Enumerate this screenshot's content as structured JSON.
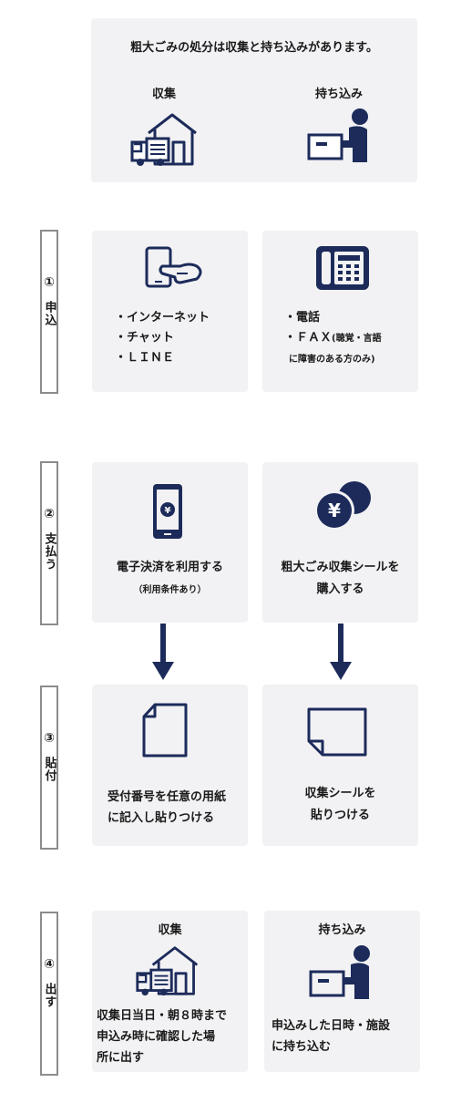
{
  "top": {
    "intro": "粗大ごみの処分は収集と持ち込みがあります。",
    "collection_label": "収集",
    "carry_in_label": "持ち込み"
  },
  "step1": {
    "num": "①",
    "label": "申込",
    "left": {
      "items": [
        "・インターネット",
        "・チャット",
        "・ＬＩＮＥ"
      ]
    },
    "right": {
      "line1": "・電話",
      "line2_main": "・ＦＡＸ",
      "line2_note": "(聴覚・言語",
      "line3": "に障害のある方のみ)"
    }
  },
  "step2": {
    "num": "②",
    "label": "支払う",
    "left": {
      "main": "電子決済を利用する",
      "note": "（利用条件あり）"
    },
    "right": {
      "line1": "粗大ごみ収集シールを",
      "line2": "購入する"
    }
  },
  "step3": {
    "num": "③",
    "label": "貼付",
    "left": {
      "line1": "受付番号を任意の用紙",
      "line2": "に記入し貼りつける"
    },
    "right": {
      "line1": "収集シールを",
      "line2": "貼りつける"
    }
  },
  "step4": {
    "num": "④",
    "label": "出す",
    "left": {
      "title": "収集",
      "line1": "収集日当日・朝８時まで",
      "line2": "申込み時に確認した場",
      "line3": "所に出す"
    },
    "right": {
      "title": "持ち込み",
      "line1": "申込みした日時・施設",
      "line2": "に持ち込む"
    }
  },
  "colors": {
    "navy": "#1c2b5a",
    "panel": "#f2f2f4",
    "border": "#8c8c8c"
  }
}
